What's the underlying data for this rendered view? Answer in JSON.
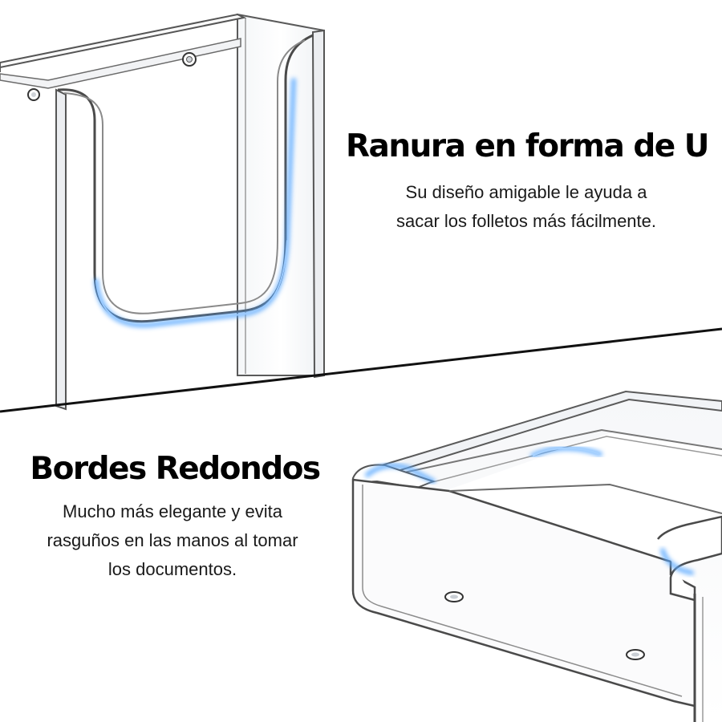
{
  "sections": [
    {
      "title": "Ranura en forma de U",
      "lines": [
        "Su diseño amigable le ayuda a",
        "sacar los folletos más fácilmente."
      ]
    },
    {
      "title": "Bordes Redondos",
      "lines": [
        "Mucho más elegante y evita",
        "rasguños en las manos al tomar",
        "los documentos."
      ]
    }
  ],
  "colors": {
    "background": "#ffffff",
    "text": "#000000",
    "divider": "#111111",
    "acrylic_edge": "#4a4a4a",
    "blue_highlight": "#5aa9ff"
  },
  "icons": {
    "top_product": "acrylic-wall-brochure-holder-u-slot",
    "bottom_product": "acrylic-tray-rounded-edges"
  }
}
